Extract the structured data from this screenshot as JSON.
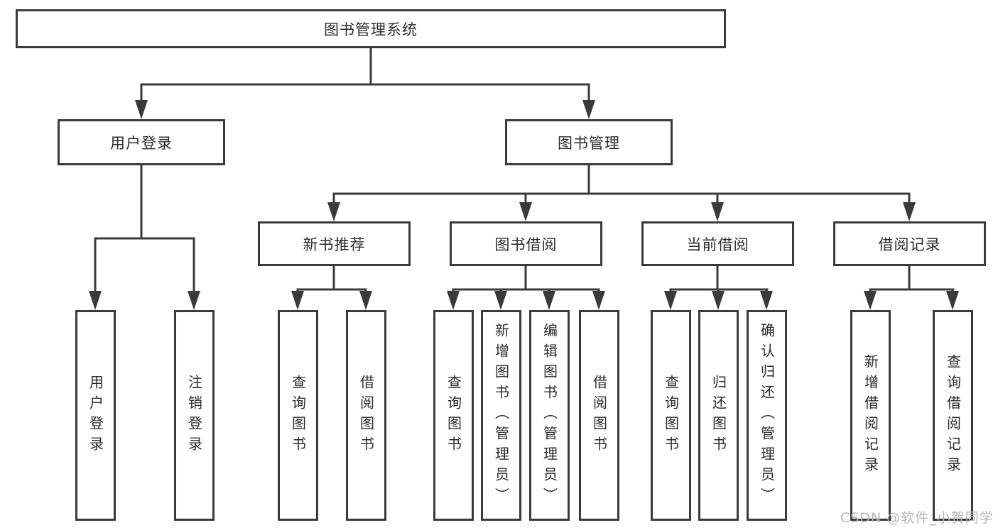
{
  "diagram": {
    "type": "hierarchy-tree",
    "nodes": {
      "root": "图书管理系统",
      "level2": [
        "用户登录",
        "图书管理"
      ],
      "level3": [
        "新书推荐",
        "图书借阅",
        "当前借阅",
        "借阅记录"
      ],
      "login_children": [
        "用户登录",
        "注销登录"
      ],
      "newbook_children": [
        "查询图书",
        "借阅图书"
      ],
      "borrow_children": [
        "查询图书",
        "新增图书（管理员）",
        "编辑图书（管理员）",
        "借阅图书"
      ],
      "current_children": [
        "查询图书",
        "归还图书",
        "确认归还（管理员）"
      ],
      "records_children": [
        "新增借阅记录",
        "查询借阅记录"
      ]
    }
  },
  "watermark": {
    "text": "CSDN @软件_小贺同学"
  },
  "colors": {
    "line": "#3a3a3a",
    "text": "#2b2b2b",
    "watermark": "#b5b5b9",
    "background": "#ffffff"
  }
}
